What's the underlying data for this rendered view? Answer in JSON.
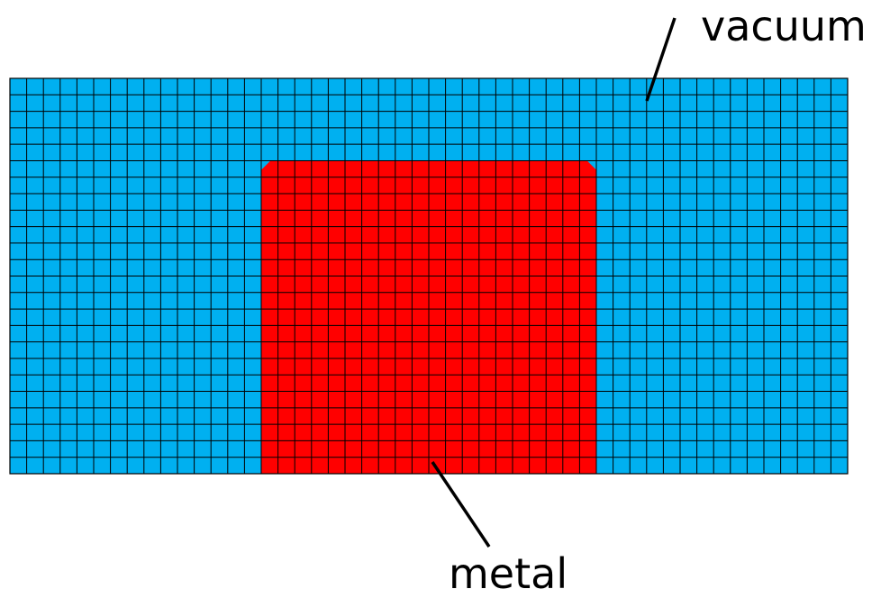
{
  "labels": {
    "vacuum": "vacuum",
    "metal": "metal"
  },
  "mesh": {
    "columns": 50,
    "rows": 24,
    "metal_columns": [
      15,
      35
    ],
    "metal_rows": [
      5,
      24
    ]
  },
  "colors": {
    "vacuum_fill": "#00b0f0",
    "metal_fill": "#ff0000",
    "grid_line": "#000000",
    "leader_line": "#000000",
    "background": "#ffffff"
  }
}
